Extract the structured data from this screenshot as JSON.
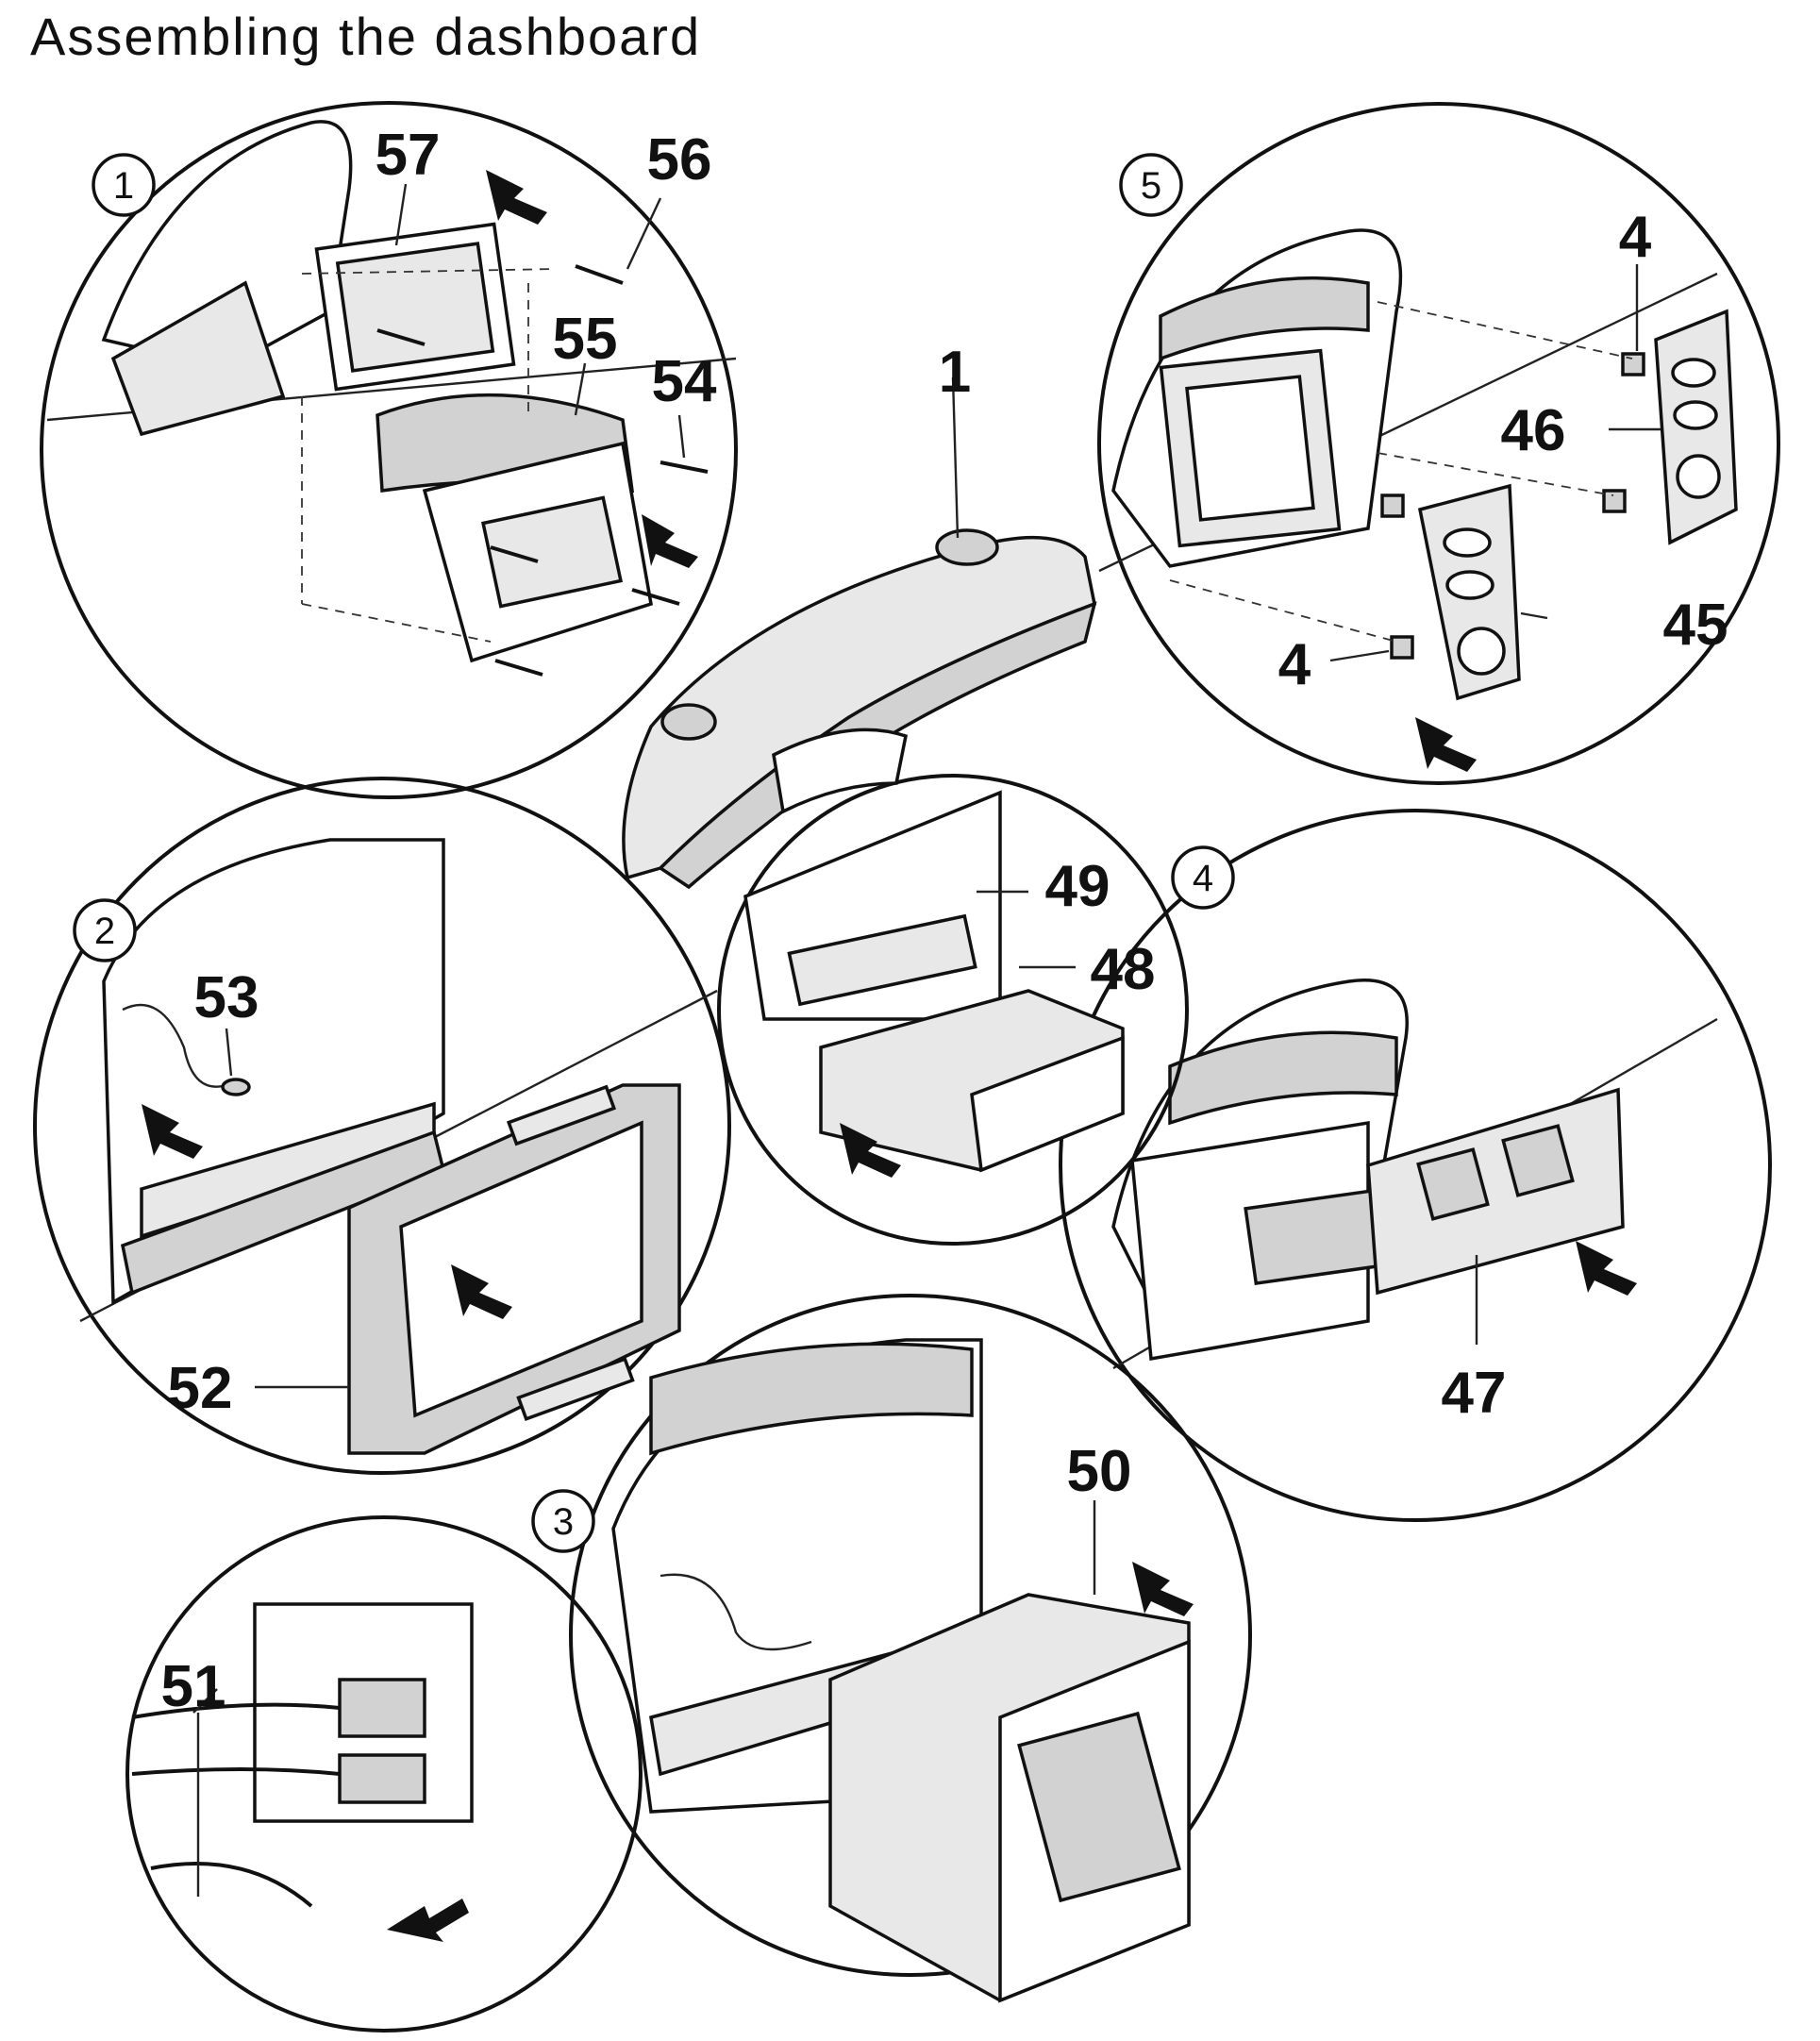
{
  "title": "Assembling the dashboard",
  "steps": [
    "1",
    "2",
    "3",
    "4",
    "5"
  ],
  "callouts": {
    "c1": "1",
    "c4a": "4",
    "c4b": "4",
    "c45": "45",
    "c46": "46",
    "c47": "47",
    "c48": "48",
    "c49": "49",
    "c50": "50",
    "c51": "51",
    "c52": "52",
    "c53": "53",
    "c54": "54",
    "c55": "55",
    "c56": "56",
    "c57": "57"
  }
}
